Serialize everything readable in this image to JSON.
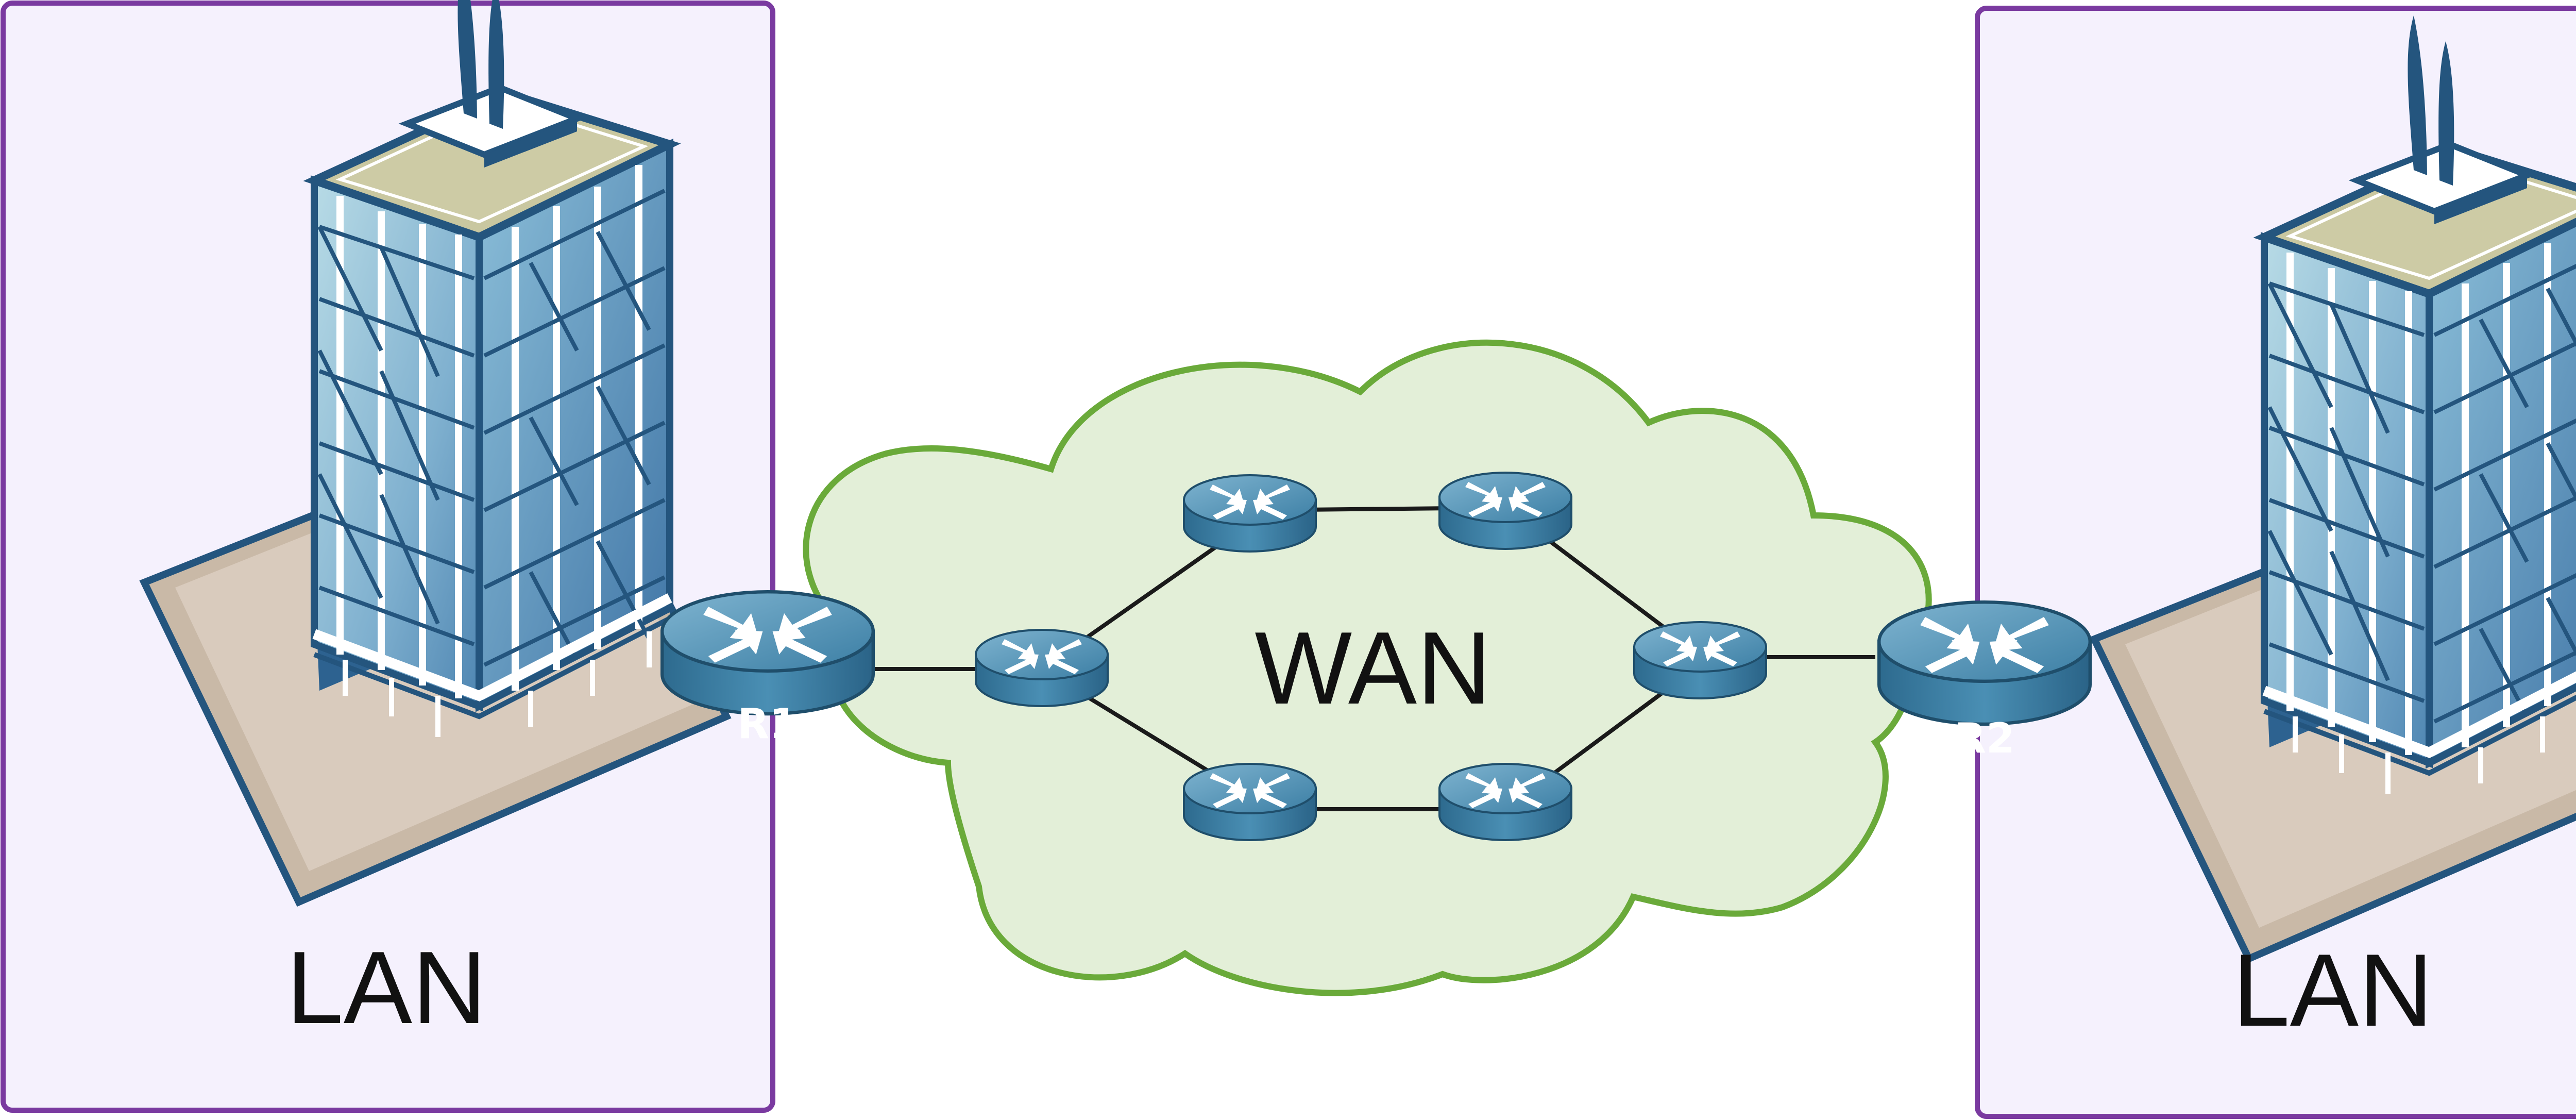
{
  "lan_left": {
    "label": "LAN"
  },
  "lan_right": {
    "label": "LAN"
  },
  "wan": {
    "label": "WAN"
  },
  "routers": {
    "r1": "R1",
    "r2": "R2"
  },
  "colors": {
    "lan_fill": "#f5f1fd",
    "lan_border": "#7a3aa0",
    "cloud_fill": "#e3efd8",
    "cloud_border": "#6aaa3a",
    "router_top": "#5f9bbb",
    "router_side": "#2f6e92",
    "building_dark": "#22547d",
    "building_glass": "#6ea4c6",
    "building_roof": "#c9c7a0",
    "base_plate": "#cdbfae"
  }
}
